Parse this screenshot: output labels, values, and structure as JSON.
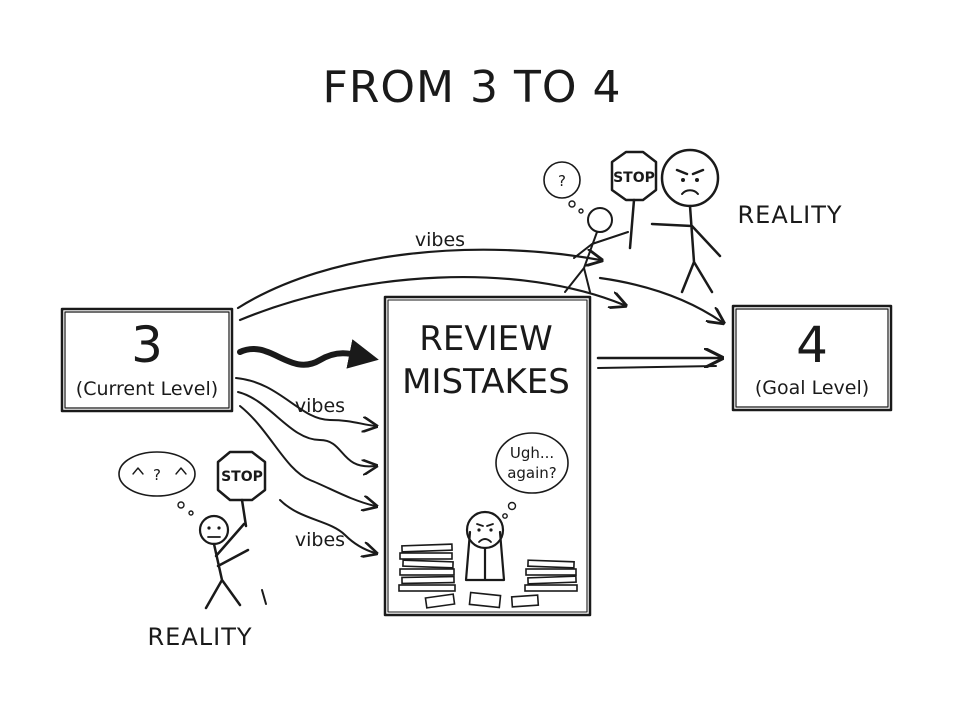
{
  "title": "FROM 3 TO 4",
  "current": {
    "number": "3",
    "label": "(Current Level)"
  },
  "goal": {
    "number": "4",
    "label": "(Goal Level)"
  },
  "review": {
    "line1": "REVIEW",
    "line2": "MISTAKES"
  },
  "vibes_labels": [
    "vibes",
    "vibes",
    "vibes"
  ],
  "reality_labels": [
    "REALITY",
    "REALITY"
  ],
  "stop_signs": [
    "STOP",
    "STOP"
  ],
  "thought_bubbles": {
    "reviewer": [
      "Ugh...",
      "again?"
    ],
    "top_figure": "?",
    "bottom_figure": "?"
  },
  "colors": {
    "ink": "#1a1a1a",
    "background": "#ffffff"
  }
}
